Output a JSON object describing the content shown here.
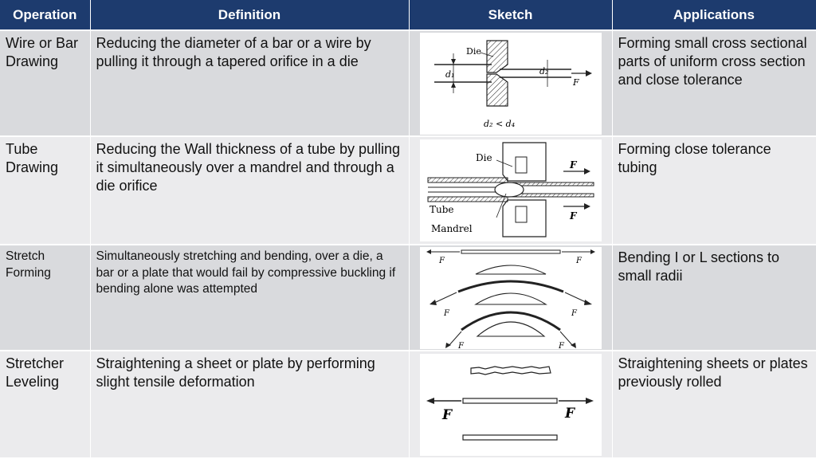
{
  "columns": [
    "Operation",
    "Definition",
    "Sketch",
    "Applications"
  ],
  "rows": [
    {
      "operation": "Wire or Bar Drawing",
      "definition": "Reducing the diameter of a bar or a wire by pulling it through a tapered orifice in a die",
      "application": "Forming small cross sectional parts of uniform cross section and close tolerance",
      "sketch": {
        "die": "Die",
        "d1": "d₁",
        "d2": "d₂",
        "force": "F",
        "caption": "d₂ < d₄"
      }
    },
    {
      "operation": "Tube Drawing",
      "definition": "Reducing the Wall thickness of a tube by pulling it simultaneously over a mandrel and through a die orifice",
      "application": "Forming close tolerance tubing",
      "sketch": {
        "die": "Die",
        "tube": "Tube",
        "mandrel": "Mandrel",
        "force": "F"
      }
    },
    {
      "operation": "Stretch Forming",
      "definition": "Simultaneously stretching and bending, over a die, a bar or a plate that would fail by compressive buckling if bending alone was attempted",
      "application": "Bending I or L sections to small radii",
      "sketch": {
        "force": "F"
      }
    },
    {
      "operation": "Stretcher Leveling",
      "definition": "Straightening a sheet or plate by performing slight tensile deformation",
      "application": "Straightening sheets or plates previously rolled",
      "sketch": {
        "force": "F"
      }
    }
  ]
}
